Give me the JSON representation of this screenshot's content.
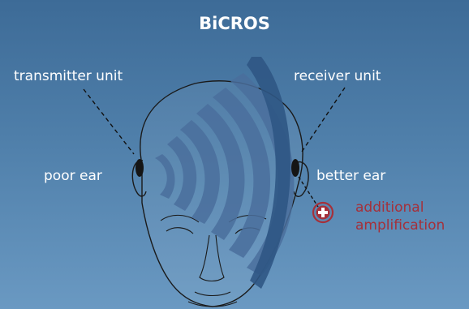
{
  "title": "BiCROS",
  "labels": {
    "transmitter": "transmitter unit",
    "receiver": "receiver unit",
    "poor_ear": "poor ear",
    "better_ear": "better ear",
    "amplification_line1": "additional",
    "amplification_line2": "amplification"
  },
  "colors": {
    "background_top": "#3d6b97",
    "background_bottom": "#6a99c2",
    "waves": "#4a6f9c",
    "shield": "#2f5684",
    "amplification": "#a5303a",
    "outline": "#1a1a1a"
  }
}
